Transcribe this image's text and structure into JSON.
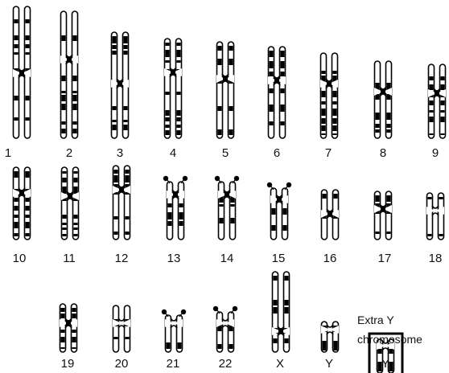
{
  "karyotype": {
    "chromosomes": [
      {
        "id": "c1",
        "label": "1"
      },
      {
        "id": "c2",
        "label": "2"
      },
      {
        "id": "c3",
        "label": "3"
      },
      {
        "id": "c4",
        "label": "4"
      },
      {
        "id": "c5",
        "label": "5"
      },
      {
        "id": "c6",
        "label": "6"
      },
      {
        "id": "c7",
        "label": "7"
      },
      {
        "id": "c8",
        "label": "8"
      },
      {
        "id": "c9",
        "label": "9"
      },
      {
        "id": "c10",
        "label": "10"
      },
      {
        "id": "c11",
        "label": "11"
      },
      {
        "id": "c12",
        "label": "12"
      },
      {
        "id": "c13",
        "label": "13"
      },
      {
        "id": "c14",
        "label": "14"
      },
      {
        "id": "c15",
        "label": "15"
      },
      {
        "id": "c16",
        "label": "16"
      },
      {
        "id": "c17",
        "label": "17"
      },
      {
        "id": "c18",
        "label": "18"
      },
      {
        "id": "c19",
        "label": "19"
      },
      {
        "id": "c20",
        "label": "20"
      },
      {
        "id": "c21",
        "label": "21"
      },
      {
        "id": "c22",
        "label": "22"
      },
      {
        "id": "cX",
        "label": "X"
      },
      {
        "id": "cY",
        "label": "Y"
      },
      {
        "id": "cY2",
        "label": "Y"
      }
    ],
    "annotation": {
      "line1": "Extra Y",
      "line2": "chromosome"
    }
  }
}
